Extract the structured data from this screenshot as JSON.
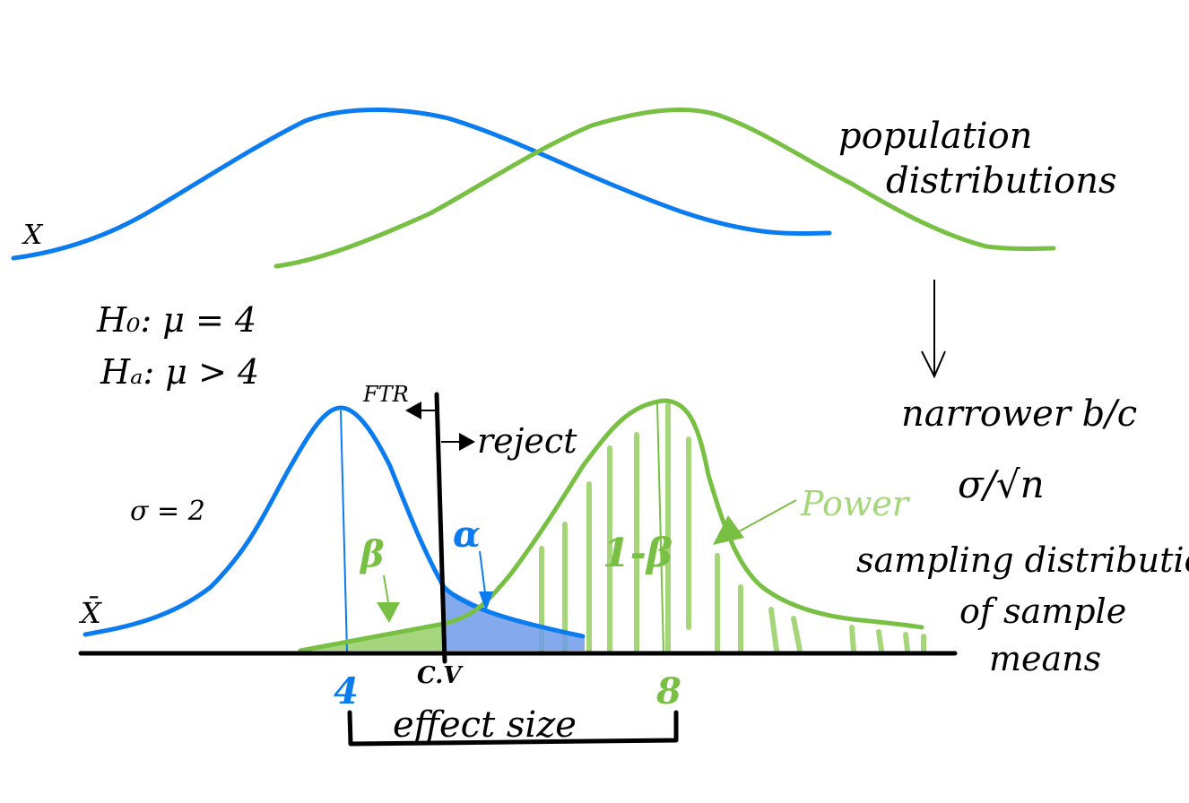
{
  "labels": {
    "x_top": "X",
    "population": "population",
    "distributions": "distributions",
    "h0": "H₀: μ = 4",
    "ha": "Hₐ: μ > 4",
    "sigma": "σ = 2",
    "xbar": "X̄",
    "ftr": "FTR",
    "reject": "reject",
    "beta": "β",
    "alpha": "α",
    "one_minus_beta": "1-β",
    "power": "Power",
    "narrower": "narrower b/c",
    "sigma_over_root_n": "σ/√n",
    "sampling_line1": "sampling distribution",
    "sampling_line2": "of sample",
    "sampling_line3": "means",
    "tick_null": "4",
    "tick_cv": "C.V",
    "tick_alt": "8",
    "effect_size": "effect size"
  },
  "colors": {
    "blue": "#0a7cf0",
    "green": "#78c043",
    "light_green": "#a5d77a",
    "black": "#000000",
    "shade_blue": "#6f9bea"
  }
}
